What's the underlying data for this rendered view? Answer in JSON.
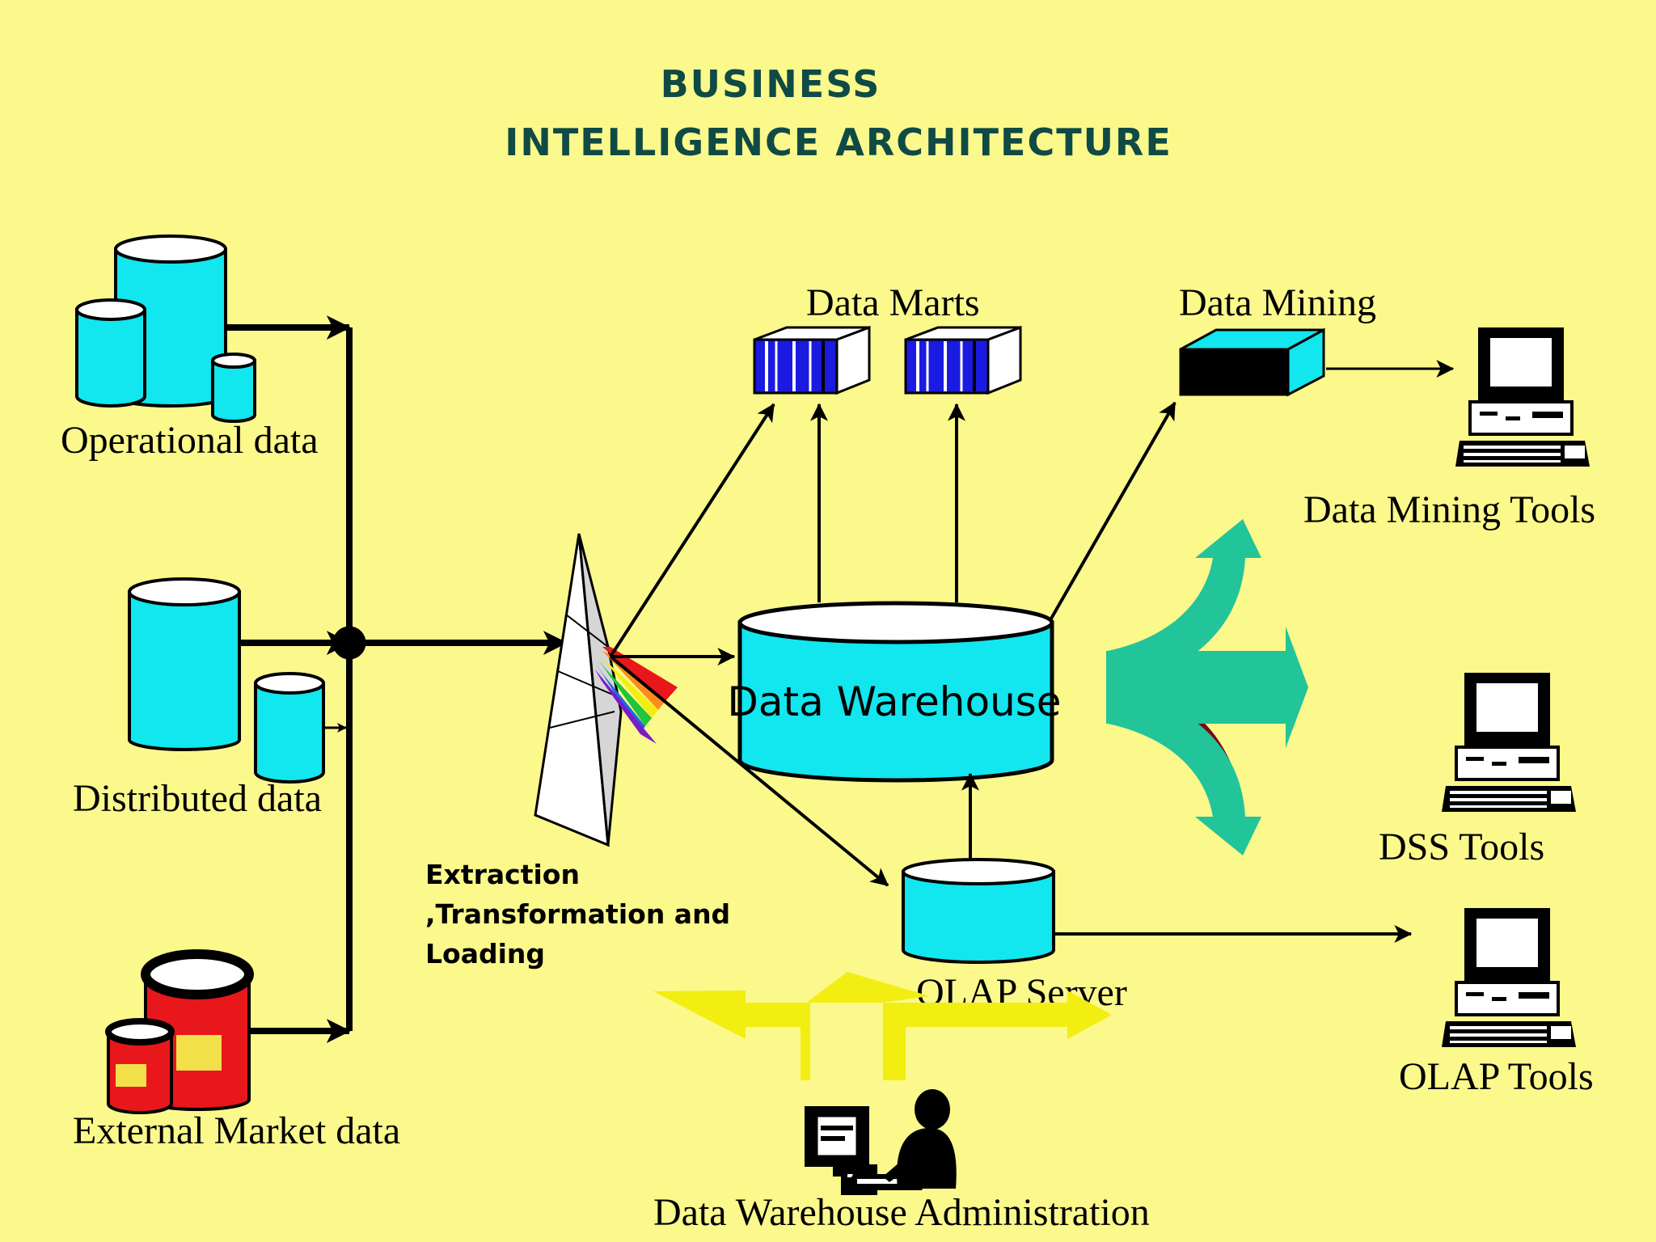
{
  "title": {
    "line1": "BUSINESS",
    "line2": "INTELLIGENCE  ARCHITECTURE"
  },
  "sources": {
    "operational": "Operational data",
    "distributed": "Distributed data",
    "external": "External Market data"
  },
  "etl": {
    "line1": "Extraction",
    "line2": ",Transformation and",
    "line3": "Loading"
  },
  "warehouse": "Data Warehouse",
  "data_marts": "Data Marts",
  "data_mining": "Data Mining",
  "olap_server": "OLAP Server",
  "tools": {
    "data_mining_tools": "Data Mining Tools",
    "dss_tools": "DSS Tools",
    "olap_tools": "OLAP Tools"
  },
  "admin": "Data Warehouse Administration",
  "colors": {
    "background": "#fbf88c",
    "cylinder": "#12e6ee",
    "external_cylinder": "#e8171c",
    "title": "#0f4a45",
    "mart_blue": "#1a1ae0",
    "green_arrow": "#22c49a",
    "dark_red": "#7a0a14",
    "yellow_arrow": "#f2ee12"
  },
  "icons": [
    "database-cylinder-icon",
    "prism-icon",
    "data-mart-icon",
    "data-mining-box-icon",
    "computer-icon",
    "administrator-icon"
  ]
}
